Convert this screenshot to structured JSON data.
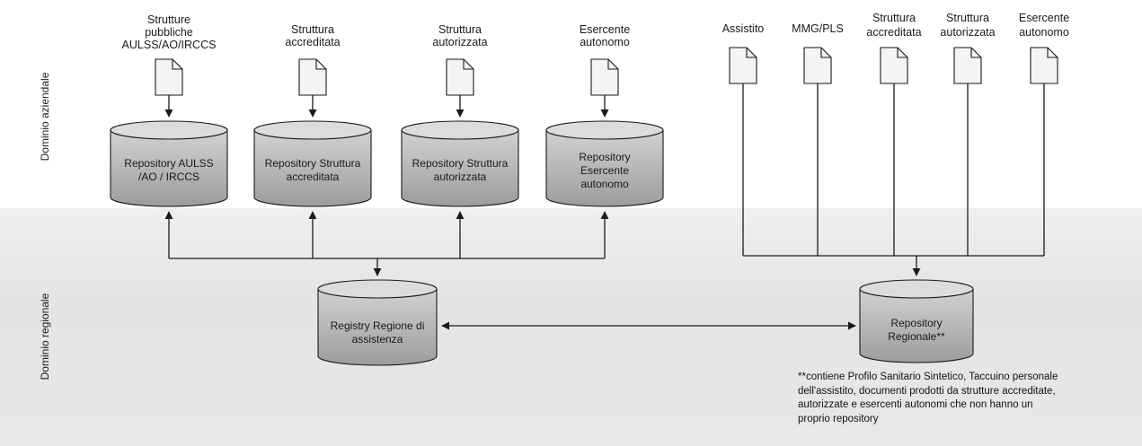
{
  "domains": {
    "aziendale": "Dominio aziendale",
    "regionale": "Dominio regionale"
  },
  "left_sources": [
    {
      "lines": [
        "Strutture",
        "pubbliche",
        "AULSS/AO/IRCCS"
      ]
    },
    {
      "lines": [
        "Struttura",
        "accreditata"
      ]
    },
    {
      "lines": [
        "Struttura",
        "autorizzata"
      ]
    },
    {
      "lines": [
        "Esercente",
        "autonomo"
      ]
    }
  ],
  "left_repositories": [
    {
      "lines": [
        "Repository AULSS",
        "/AO / IRCCS"
      ]
    },
    {
      "lines": [
        "Repository Struttura",
        "accreditata"
      ]
    },
    {
      "lines": [
        "Repository Struttura",
        "autorizzata"
      ]
    },
    {
      "lines": [
        "Repository",
        "Esercente",
        "autonomo"
      ]
    }
  ],
  "right_sources": [
    {
      "lines": [
        "Assistito"
      ]
    },
    {
      "lines": [
        "MMG/PLS"
      ]
    },
    {
      "lines": [
        "Struttura",
        "accreditata"
      ]
    },
    {
      "lines": [
        "Struttura",
        "autorizzata"
      ]
    },
    {
      "lines": [
        "Esercente",
        "autonomo"
      ]
    }
  ],
  "registry": {
    "lines": [
      "Registry Regione di",
      "assistenza"
    ]
  },
  "regional_repository": {
    "lines": [
      "Repository",
      "Regionale**"
    ]
  },
  "footnote": "**contiene Profilo Sanitario Sintetico, Taccuino personale dell'assistito, documenti prodotti da strutture accreditate, autorizzate e esercenti autonomi che non hanno un proprio repository",
  "colors": {
    "cylinder_top": "#dcdcdc",
    "cylinder_body": "#a9a9a9",
    "line": "#1a1a1a",
    "document": "#f4f4f4"
  }
}
